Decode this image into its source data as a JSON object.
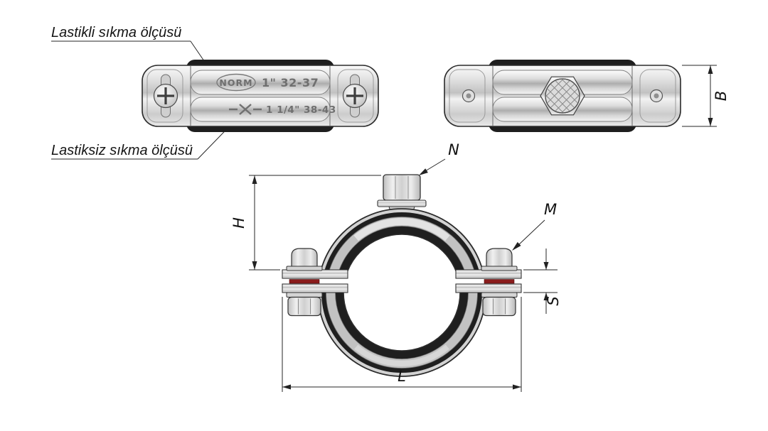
{
  "drawing": {
    "labels": {
      "with_rubber": "Lastikli sıkma ölçüsü",
      "without_rubber": "Lastiksiz sıkma ölçüsü"
    },
    "stamps": {
      "brand": "NORM",
      "size_row1": "1\" 32-37",
      "size_row2": "1 1/4\" 38-43"
    },
    "dimensions": {
      "B": "B",
      "N": "N",
      "M": "M",
      "H": "H",
      "S": "S",
      "L": "L"
    },
    "icons": {
      "phillips_screw": "phillips-screw-icon",
      "combi_screw": "combi-screw-head-icon",
      "x_logo": "x-logo-mark"
    },
    "colors": {
      "line": "#222222",
      "rubber": "#1e1e1e",
      "metal": "#d6d6d6",
      "seal_red": "#8a1c1c"
    }
  }
}
